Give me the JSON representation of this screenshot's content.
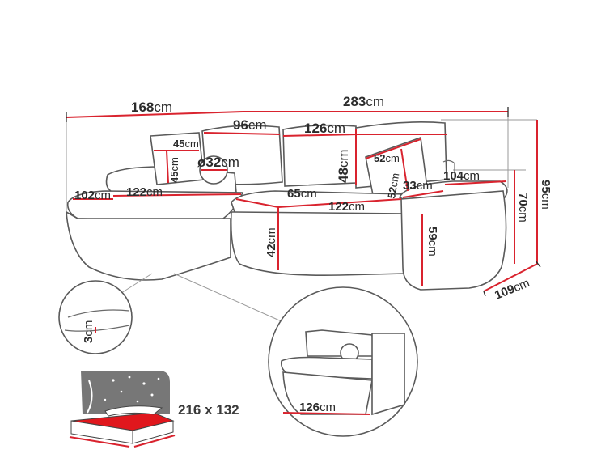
{
  "dimensions": {
    "left_width": "168",
    "total_width": "283",
    "back_width": "96",
    "center_width": "126",
    "pillow_w": "45",
    "pillow_h": "45",
    "round_pillow": "ø32",
    "backrest_h": "48",
    "square_pillow_w": "52",
    "square_pillow_h": "52",
    "armrest_w": "33",
    "armrest_depth": "104",
    "chaise_depth": "102",
    "chaise_seat": "122",
    "seat_depth": "65",
    "seat_width": "122",
    "seat_h": "42",
    "arm_h": "59",
    "back_h": "70",
    "total_h": "95",
    "depth": "109",
    "cushion_thickness": "3",
    "detail_width": "126"
  },
  "unit": "cm",
  "bed": {
    "size_label": "216 x 132"
  },
  "colors": {
    "dimension_line": "#d9232e",
    "outline": "#5a5a5a",
    "bed_fill": "#e0171d",
    "night_bg": "#777777"
  }
}
